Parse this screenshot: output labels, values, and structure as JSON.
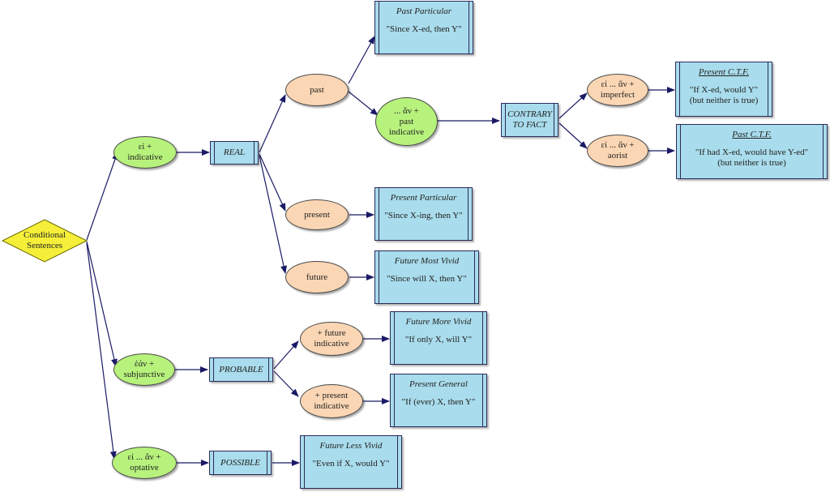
{
  "root": {
    "line1": "Conditional",
    "line2": "Sentences"
  },
  "indicative": {
    "line1": "εἰ +",
    "line2": "indicative"
  },
  "subjunctive": {
    "line1": "ἐάν +",
    "line2": "subjunctive"
  },
  "optative": {
    "line1": "εἰ ... ἄν +",
    "line2": "optative"
  },
  "real": "REAL",
  "probable": "PROBABLE",
  "possible": "POSSIBLE",
  "past": "past",
  "present": "present",
  "future": "future",
  "past_indicative": {
    "line1": "... ἄν +",
    "line2": "past",
    "line3": "indicative"
  },
  "contrary": {
    "line1": "CONTRARY",
    "line2": "TO FACT"
  },
  "imperfect": {
    "line1": "εἰ ... ἄν +",
    "line2": "imperfect"
  },
  "aorist": {
    "line1": "εἰ ... ἄν +",
    "line2": "aorist"
  },
  "future_indicative": {
    "line1": "+ future",
    "line2": "indicative"
  },
  "present_indicative": {
    "line1": "+ present",
    "line2": "indicative"
  },
  "leaves": {
    "past_particular": {
      "title": "Past Particular",
      "desc": "\"Since X-ed, then Y\""
    },
    "present_particular": {
      "title": "Present Particular",
      "desc": "\"Since X-ing, then Y\""
    },
    "future_most_vivid": {
      "title": "Future Most Vivid",
      "desc": "\"Since will X, then Y\""
    },
    "present_ctf": {
      "title": "Present C.T.F.",
      "desc": "\"If X-ed, would Y\"",
      "desc2": "(but neither is true)"
    },
    "past_ctf": {
      "title": "Past C.T.F.",
      "desc": "\"If had X-ed, would have Y-ed\"",
      "desc2": "(but neither is true)"
    },
    "future_more_vivid": {
      "title": "Future More Vivid",
      "desc": "\"If only X, will Y\""
    },
    "present_general": {
      "title": "Present General",
      "desc": "\"If (ever) X, then Y\""
    },
    "future_less_vivid": {
      "title": "Future Less Vivid",
      "desc": "\"Even if X, would Y\""
    }
  },
  "colors": {
    "edge": "#1a1a66",
    "green": "#b7f27c",
    "peach": "#fbd6b4",
    "box": "#a9dcec",
    "diamond": "#f5ef3a"
  }
}
